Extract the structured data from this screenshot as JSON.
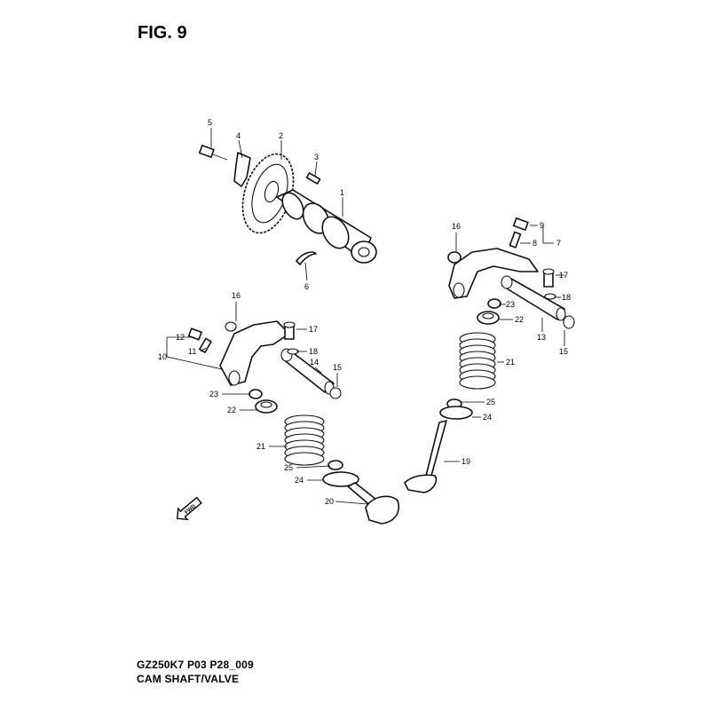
{
  "figure": {
    "title": "FIG. 9",
    "code": "GZ250K7 P03 P28_009",
    "name": "CAM SHAFT/VALVE",
    "fwd_label": "FWD"
  },
  "callouts": [
    {
      "id": "c1",
      "text": "1"
    },
    {
      "id": "c2",
      "text": "2"
    },
    {
      "id": "c3",
      "text": "3"
    },
    {
      "id": "c4",
      "text": "4"
    },
    {
      "id": "c5",
      "text": "5"
    },
    {
      "id": "c6",
      "text": "6"
    },
    {
      "id": "c7",
      "text": "7"
    },
    {
      "id": "c8",
      "text": "8"
    },
    {
      "id": "c9",
      "text": "9"
    },
    {
      "id": "c10",
      "text": "10"
    },
    {
      "id": "c11",
      "text": "11"
    },
    {
      "id": "c12",
      "text": "12"
    },
    {
      "id": "c13",
      "text": "13"
    },
    {
      "id": "c14",
      "text": "14"
    },
    {
      "id": "c15",
      "text": "15"
    },
    {
      "id": "c15b",
      "text": "15"
    },
    {
      "id": "c16",
      "text": "16"
    },
    {
      "id": "c16b",
      "text": "16"
    },
    {
      "id": "c17",
      "text": "17"
    },
    {
      "id": "c17b",
      "text": "17"
    },
    {
      "id": "c18",
      "text": "18"
    },
    {
      "id": "c18b",
      "text": "18"
    },
    {
      "id": "c19",
      "text": "19"
    },
    {
      "id": "c20",
      "text": "20"
    },
    {
      "id": "c21",
      "text": "21"
    },
    {
      "id": "c21b",
      "text": "21"
    },
    {
      "id": "c22",
      "text": "22"
    },
    {
      "id": "c22b",
      "text": "22"
    },
    {
      "id": "c23",
      "text": "23"
    },
    {
      "id": "c23b",
      "text": "23"
    },
    {
      "id": "c24",
      "text": "24"
    },
    {
      "id": "c24b",
      "text": "24"
    },
    {
      "id": "c25",
      "text": "25"
    },
    {
      "id": "c25b",
      "text": "25"
    }
  ]
}
